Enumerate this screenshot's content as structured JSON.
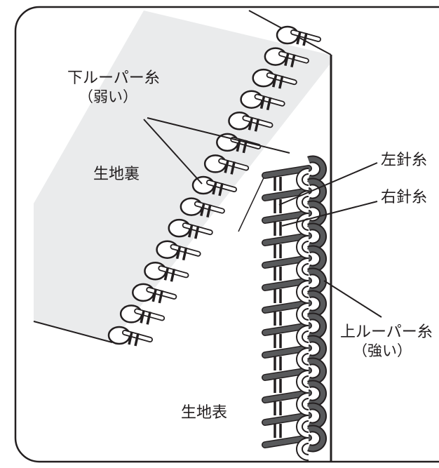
{
  "labels": {
    "lower_looper": "下ルーパー糸",
    "lower_looper_note": "（弱い）",
    "fabric_back": "生地裏",
    "left_needle": "左針糸",
    "right_needle": "右針糸",
    "upper_looper": "上ルーパー糸",
    "upper_looper_note": "（強い）",
    "fabric_front": "生地表"
  },
  "colors": {
    "line": "#231f20",
    "fabric_back_fill": "#eaebec",
    "thread_dark": "#58595b",
    "thread_light": "#ffffff",
    "background": "#ffffff"
  }
}
